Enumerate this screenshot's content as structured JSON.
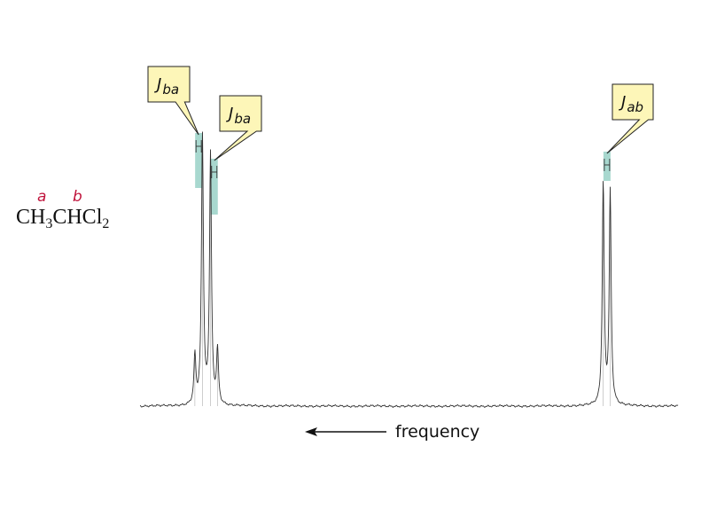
{
  "formula": {
    "label_a": "a",
    "label_b": "b",
    "parts": [
      "CH",
      "3",
      "CHCl",
      "2"
    ]
  },
  "axis_label": "frequency",
  "colors": {
    "spectrum": "#333333",
    "coupling_bar": "#a8d8cf",
    "callout_fill": "#fdf6b8",
    "label_red": "#c0143c"
  },
  "chart_data": {
    "type": "line",
    "title": "",
    "xlabel": "frequency",
    "ylabel": "",
    "x_direction": "increasing to the left",
    "grid": false,
    "peaks": [
      {
        "group": "b",
        "multiplicity": "quartet",
        "lines": [
          {
            "position": 0.102,
            "intensity": 0.17
          },
          {
            "position": 0.116,
            "intensity": 0.95
          },
          {
            "position": 0.131,
            "intensity": 0.88
          },
          {
            "position": 0.144,
            "intensity": 0.19
          }
        ]
      },
      {
        "group": "a",
        "multiplicity": "doublet",
        "lines": [
          {
            "position": 0.861,
            "intensity": 0.78
          },
          {
            "position": 0.874,
            "intensity": 0.75
          }
        ]
      }
    ],
    "annotations": [
      {
        "text": "J",
        "subscript": "ba",
        "target_peak": 0.109
      },
      {
        "text": "J",
        "subscript": "ba",
        "target_peak": 0.138
      },
      {
        "text": "J",
        "subscript": "ab",
        "target_peak": 0.868
      }
    ]
  }
}
